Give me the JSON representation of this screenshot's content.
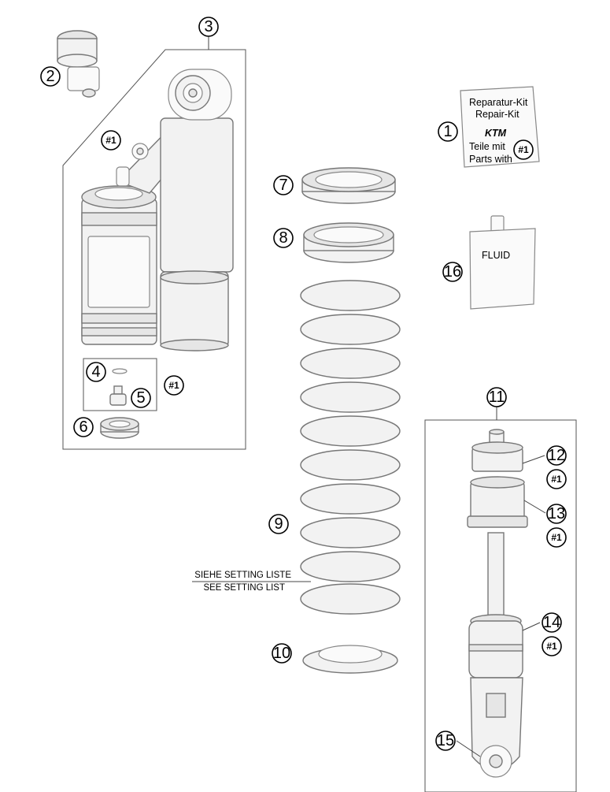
{
  "callouts": {
    "c1": "1",
    "c2": "2",
    "c3": "3",
    "c4": "4",
    "c5": "5",
    "c6": "6",
    "c7": "7",
    "c8": "8",
    "c9": "9",
    "c10": "10",
    "c11": "11",
    "c12": "12",
    "c13": "13",
    "c14": "14",
    "c15": "15",
    "c16": "16"
  },
  "ref_tag": "#1",
  "repair_kit": {
    "line1": "Reparatur-Kit",
    "line2": "Repair-Kit",
    "brand": "KTM",
    "line3": "Teile mit",
    "line4": "Parts with"
  },
  "fluid_label": "FLUID",
  "setting_note": {
    "de": "SIEHE SETTING LISTE",
    "en": "SEE SETTING LIST"
  },
  "colors": {
    "part_fill": "#f2f2f2",
    "part_stroke": "#777777",
    "line": "#000000"
  }
}
